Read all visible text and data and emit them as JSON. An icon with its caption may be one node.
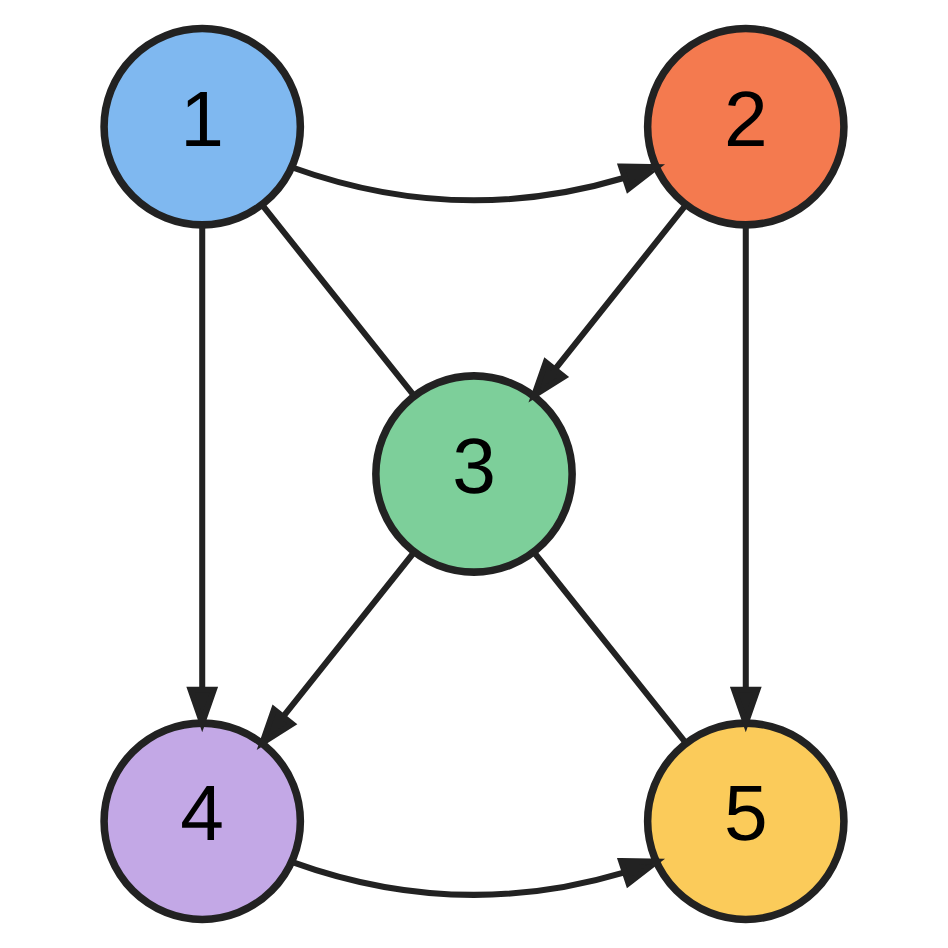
{
  "diagram": {
    "nodes": [
      {
        "text": [
          "1"
        ]
      },
      {
        "text": [
          "2"
        ]
      },
      {
        "text": [
          "3"
        ]
      },
      {
        "text": [
          "4"
        ]
      },
      {
        "text": [
          "5"
        ]
      }
    ],
    "edges": [
      {
        "from": 0,
        "to": 1,
        "arrow": "to"
      },
      {
        "from": 0,
        "to": 3,
        "arrow": "to"
      },
      {
        "from": 0,
        "to": 2,
        "arrow": "none"
      },
      {
        "from": 1,
        "to": 2,
        "arrow": "to"
      },
      {
        "from": 1,
        "to": 4,
        "arrow": "to"
      },
      {
        "from": 2,
        "to": 3,
        "arrow": "to"
      },
      {
        "from": 2,
        "to": 4,
        "arrow": "none"
      },
      {
        "from": 3,
        "to": 4,
        "arrow": "to"
      }
    ]
  }
}
